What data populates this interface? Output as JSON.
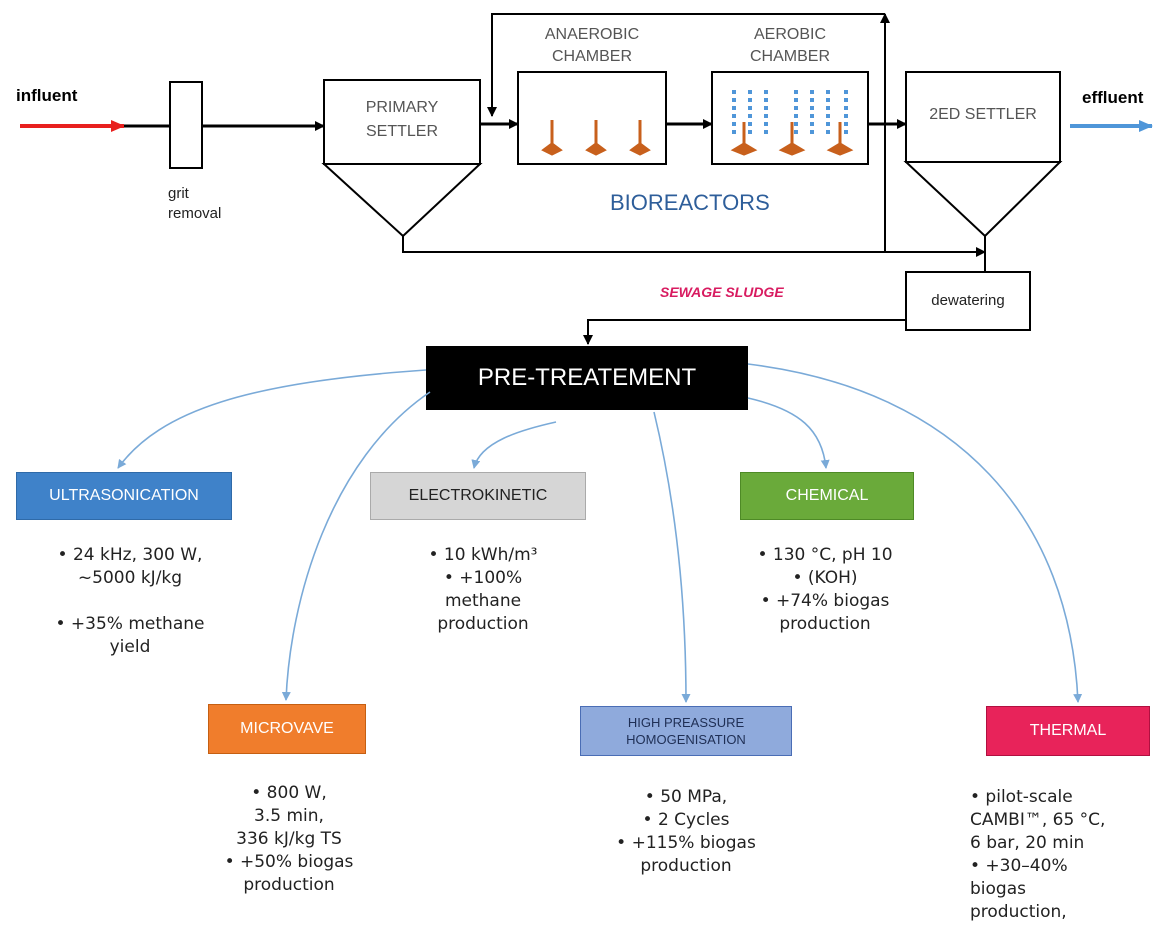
{
  "plant": {
    "influent_label": "influent",
    "effluent_label": "effluent",
    "grit_removal_label": "grit\nremoval",
    "primary_settler_label": "PRIMARY\nSETTLER",
    "anaerobic_label": "ANAEROBIC\nCHAMBER",
    "aerobic_label": "AEROBIC\nCHAMBER",
    "secondary_settler_label": "2ED SETTLER",
    "bioreactors_label": "BIOREACTORS",
    "sewage_sludge_label": "SEWAGE SLUDGE",
    "dewatering_label": "dewatering"
  },
  "pretreatment": {
    "title": "PRE-TREATEMENT"
  },
  "methods": [
    {
      "id": "ultrasonication",
      "title": "ULTRASONICATION",
      "color": "#3f82c9",
      "text_color": "#ffffff",
      "bullets": [
        {
          "text": "•   24 kHz, 300 W,"
        },
        {
          "text": "~5000 kJ/kg"
        },
        {
          "text": "•   +35% methane",
          "gap": true
        },
        {
          "text": "yield"
        }
      ]
    },
    {
      "id": "electrokinetic",
      "title": "ELECTROKINETIC",
      "color": "#d6d6d6",
      "text_color": "#222222",
      "bullets": [
        {
          "text": "•   10 kWh/m³"
        },
        {
          "text": "•   +100%"
        },
        {
          "text": "methane"
        },
        {
          "text": "production"
        }
      ]
    },
    {
      "id": "chemical",
      "title": "CHEMICAL",
      "color": "#6aaa3a",
      "text_color": "#ffffff",
      "bullets": [
        {
          "text": "•   130 °C, pH 10"
        },
        {
          "text": "•   (KOH)"
        },
        {
          "text": "•   +74% biogas"
        },
        {
          "text": "production"
        }
      ]
    },
    {
      "id": "microvave",
      "title": "MICROVAVE",
      "color": "#f07d2c",
      "text_color": "#ffffff",
      "bullets": [
        {
          "text": "•   800 W,"
        },
        {
          "text": "3.5 min,"
        },
        {
          "text": "336 kJ/kg TS"
        },
        {
          "text": "•   +50% biogas"
        },
        {
          "text": "production"
        }
      ]
    },
    {
      "id": "hpm",
      "title": "HIGH PREASSURE\nHOMOGENISATION",
      "color": "#8faadc",
      "text_color": "#1f2f55",
      "bullets": [
        {
          "text": "•   50 MPa,"
        },
        {
          "text": "•   2 Cycles"
        },
        {
          "text": "•   +115% biogas"
        },
        {
          "text": "production"
        }
      ]
    },
    {
      "id": "thermal",
      "title": "THERMAL",
      "color": "#e8235a",
      "text_color": "#ffffff",
      "bullets": [
        {
          "text": "•   pilot-scale"
        },
        {
          "text": "CAMBI™, 65 °C,"
        },
        {
          "text": "6 bar, 20 min"
        },
        {
          "text": "•   +30–40%"
        },
        {
          "text": "biogas"
        },
        {
          "text": "production,"
        }
      ]
    }
  ],
  "colors": {
    "influent_arrow": "#e8201e",
    "effluent_arrow": "#4f96d9",
    "connector_blue": "#7aaad8",
    "impeller": "#c8601c",
    "aeration_dots": "#4f96d9",
    "sewage_sludge_text": "#d81b60",
    "bioreactors_text": "#2e5e9a"
  }
}
